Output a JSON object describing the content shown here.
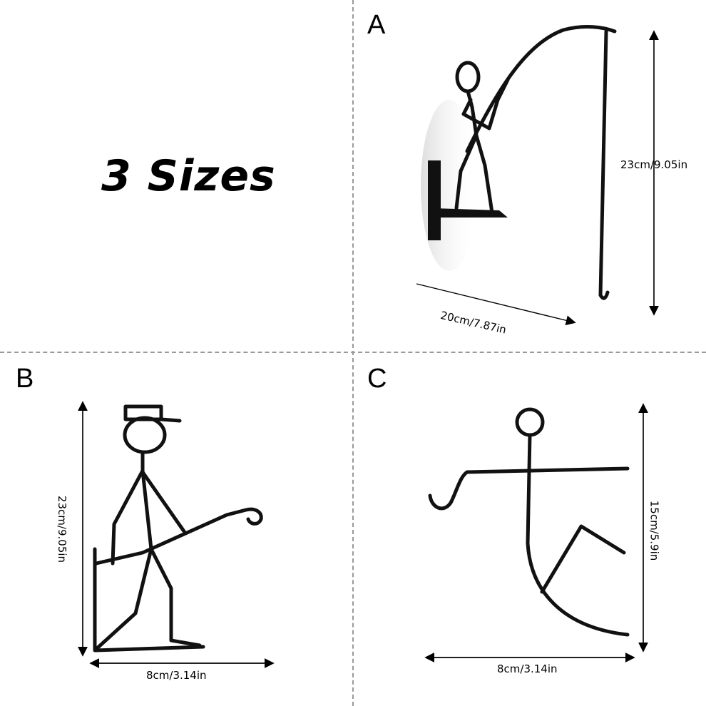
{
  "headline": "3 Sizes",
  "panels": [
    {
      "label": "A",
      "height": "23cm/9.05in",
      "width": "20cm/7.87in"
    },
    {
      "label": "B",
      "height": "23cm/9.05in",
      "width": "8cm/3.14in"
    },
    {
      "label": "C",
      "height": "15cm/5.9in",
      "width": "8cm/3.14in"
    }
  ],
  "colors": {
    "divider": "#9a9a9a",
    "metal": "#111111",
    "text": "#000000"
  }
}
